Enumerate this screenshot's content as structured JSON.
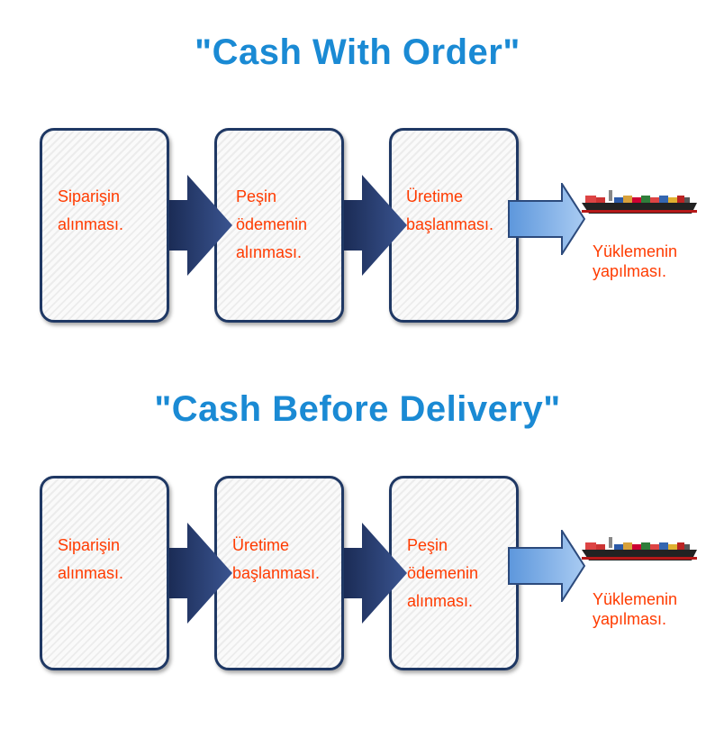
{
  "sections": [
    {
      "title": "\"Cash With Order\"",
      "steps": [
        {
          "line1": "Siparişin",
          "line2": "alınması.",
          "line3": ""
        },
        {
          "line1": "Peşin",
          "line2": "ödemenin",
          "line3": "alınması."
        },
        {
          "line1": "Üretime",
          "line2": "başlanması.",
          "line3": ""
        }
      ],
      "final": {
        "line1": "Yüklemenin",
        "line2": "yapılması."
      }
    },
    {
      "title": "\"Cash Before Delivery\"",
      "steps": [
        {
          "line1": "Siparişin",
          "line2": "alınması.",
          "line3": ""
        },
        {
          "line1": "Üretime",
          "line2": "başlanması.",
          "line3": ""
        },
        {
          "line1": "Peşin",
          "line2": "ödemenin",
          "line3": "alınması."
        }
      ],
      "final": {
        "line1": "Yüklemenin",
        "line2": "yapılması."
      }
    }
  ],
  "colors": {
    "title": "#1a8ad4",
    "label": "#ff3b00",
    "box_border": "#1f3864",
    "arrow_dark": "#2a3d6e",
    "arrow_light": "#6fa8e6"
  },
  "icons": {
    "ship": "container-ship-icon",
    "arrow": "chevron-arrow-icon"
  }
}
